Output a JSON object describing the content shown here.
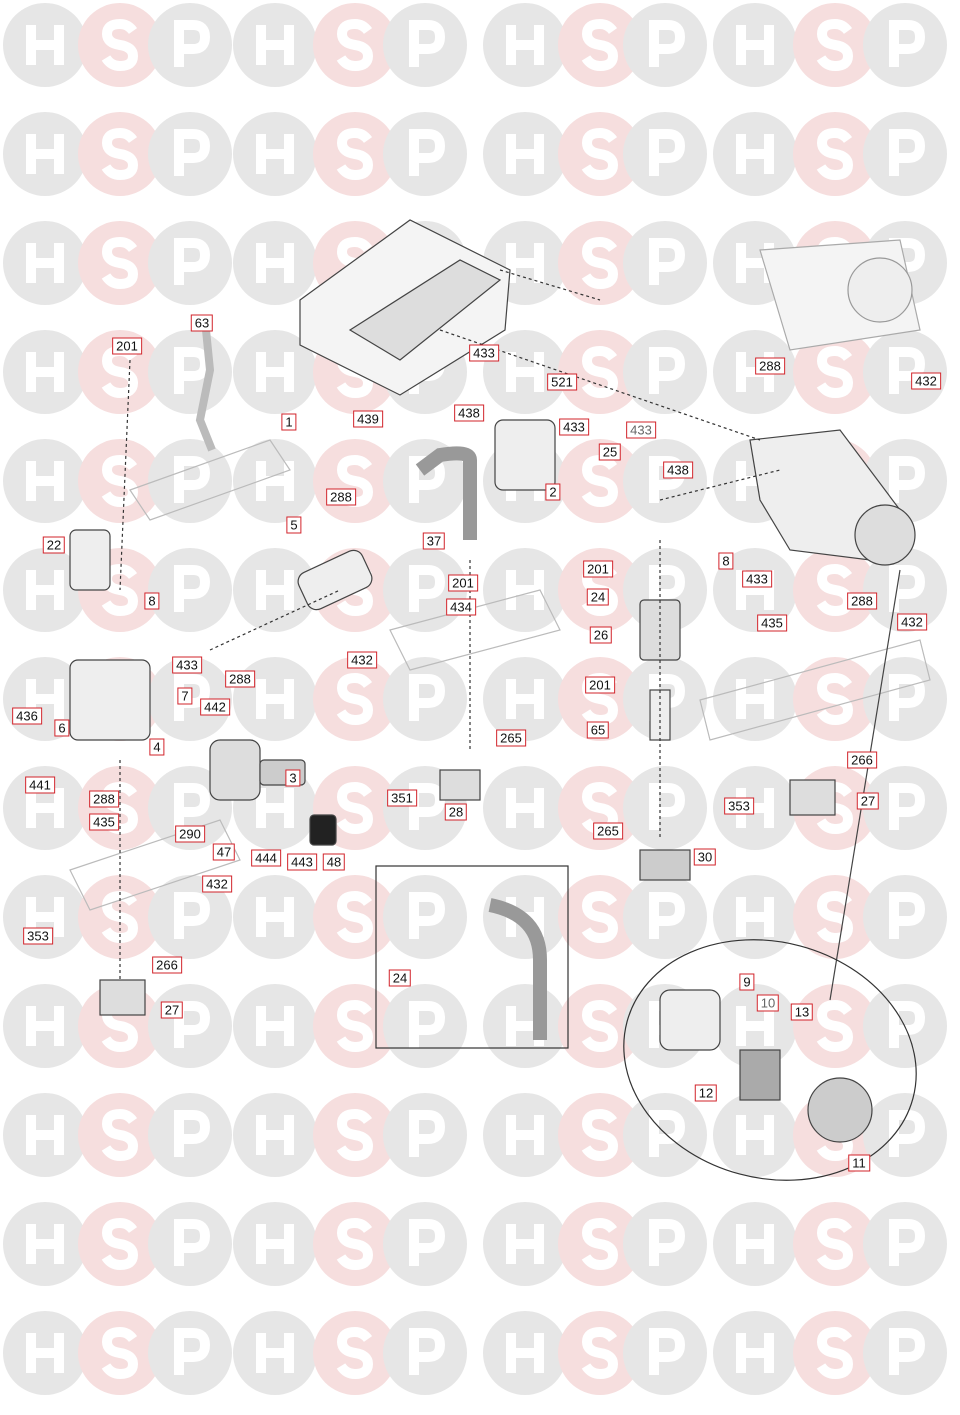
{
  "watermark": {
    "letters": [
      "H",
      "S",
      "P"
    ],
    "colors": [
      "#e6e6e6",
      "#f6dede",
      "#e6e6e6"
    ]
  },
  "diagram": {
    "accent": "#d2232a",
    "labels": [
      {
        "text": "63"
      },
      {
        "text": "201"
      },
      {
        "text": "1"
      },
      {
        "text": "439"
      },
      {
        "text": "433"
      },
      {
        "text": "521"
      },
      {
        "text": "438"
      },
      {
        "text": "433"
      },
      {
        "text": "2"
      },
      {
        "text": "288"
      },
      {
        "text": "37"
      },
      {
        "text": "5"
      },
      {
        "text": "22"
      },
      {
        "text": "8"
      },
      {
        "text": "201"
      },
      {
        "text": "434"
      },
      {
        "text": "432"
      },
      {
        "text": "288"
      },
      {
        "text": "433"
      },
      {
        "text": "436"
      },
      {
        "text": "6"
      },
      {
        "text": "7"
      },
      {
        "text": "442"
      },
      {
        "text": "4"
      },
      {
        "text": "441"
      },
      {
        "text": "3"
      },
      {
        "text": "288"
      },
      {
        "text": "290"
      },
      {
        "text": "47"
      },
      {
        "text": "444"
      },
      {
        "text": "443"
      },
      {
        "text": "48"
      },
      {
        "text": "435"
      },
      {
        "text": "432"
      },
      {
        "text": "265"
      },
      {
        "text": "351"
      },
      {
        "text": "28"
      },
      {
        "text": "353"
      },
      {
        "text": "266"
      },
      {
        "text": "27"
      },
      {
        "text": "24"
      },
      {
        "text": "288"
      },
      {
        "text": "432"
      },
      {
        "text": "433"
      },
      {
        "text": "25"
      },
      {
        "text": "438"
      },
      {
        "text": "201"
      },
      {
        "text": "24"
      },
      {
        "text": "8"
      },
      {
        "text": "433"
      },
      {
        "text": "288"
      },
      {
        "text": "432"
      },
      {
        "text": "26"
      },
      {
        "text": "435"
      },
      {
        "text": "201"
      },
      {
        "text": "65"
      },
      {
        "text": "266"
      },
      {
        "text": "353"
      },
      {
        "text": "27"
      },
      {
        "text": "265"
      },
      {
        "text": "30"
      },
      {
        "text": "9"
      },
      {
        "text": "10"
      },
      {
        "text": "13"
      },
      {
        "text": "12"
      },
      {
        "text": "11"
      }
    ]
  }
}
